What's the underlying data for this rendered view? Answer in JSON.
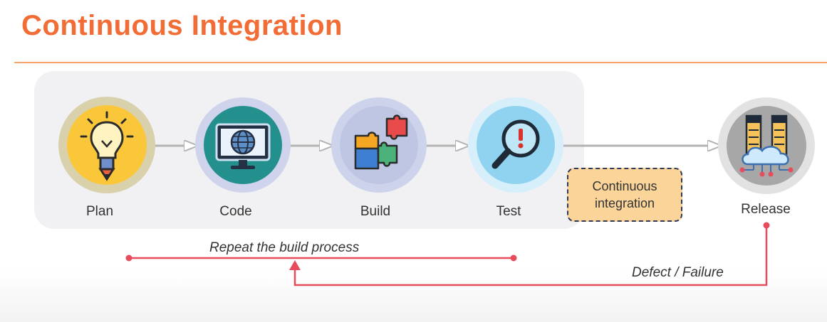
{
  "title": "Continuous Integration",
  "colors": {
    "title": "#f26c36",
    "rule": "#f4a46a",
    "connector": "#b3b3b3",
    "loop": "#e74c5c",
    "ci_box_fill": "#fbd49a",
    "ci_box_border": "#2f3a5a"
  },
  "stages": [
    {
      "label": "Plan",
      "icon": "lightbulb-pencil-icon"
    },
    {
      "label": "Code",
      "icon": "monitor-globe-icon"
    },
    {
      "label": "Build",
      "icon": "puzzle-pieces-icon"
    },
    {
      "label": "Test",
      "icon": "magnifier-exclamation-icon"
    },
    {
      "label": "Release",
      "icon": "server-cloud-icon"
    }
  ],
  "ci_box": "Continuous integration",
  "loops": {
    "repeat": "Repeat the build process",
    "defect": "Defect / Failure"
  }
}
